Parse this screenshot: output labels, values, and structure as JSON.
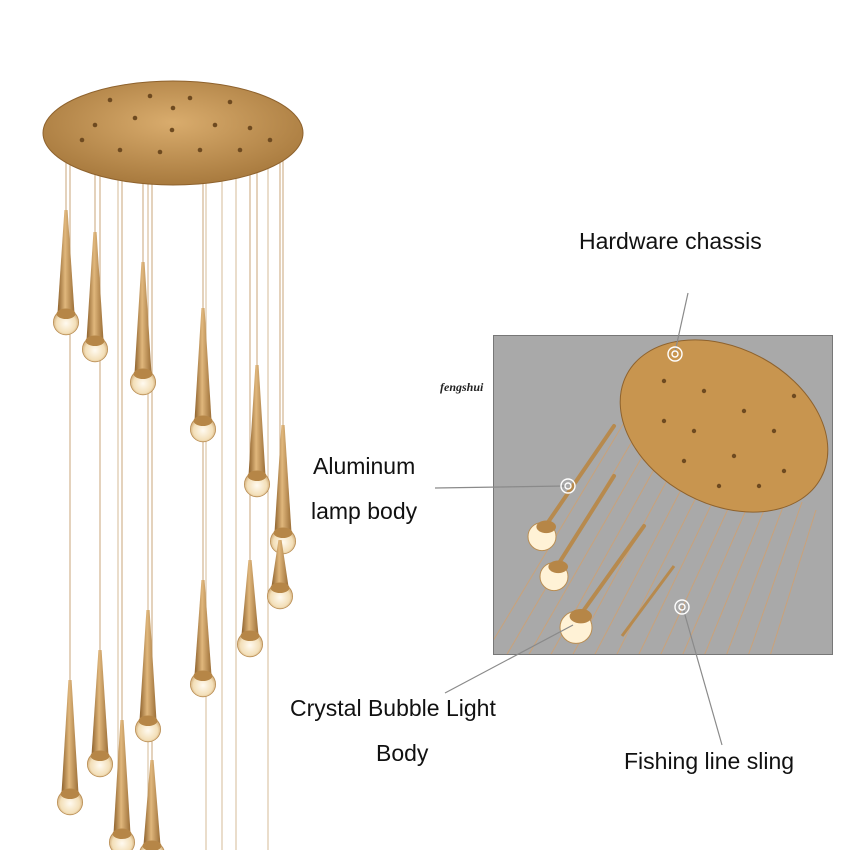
{
  "labels": {
    "hardware_chassis": "Hardware chassis",
    "aluminum_line1": "Aluminum",
    "aluminum_line2": "lamp body",
    "crystal_line1": "Crystal Bubble Light",
    "crystal_line2": "Body",
    "fishing_line": "Fishing line sling"
  },
  "watermark": "fengshui",
  "colors": {
    "gold": "#c89a5c",
    "gold_dark": "#9c6f38",
    "glass": "#fff4dc",
    "panel_bg": "#a9a9a9",
    "pointer": "#8a8a8a"
  }
}
